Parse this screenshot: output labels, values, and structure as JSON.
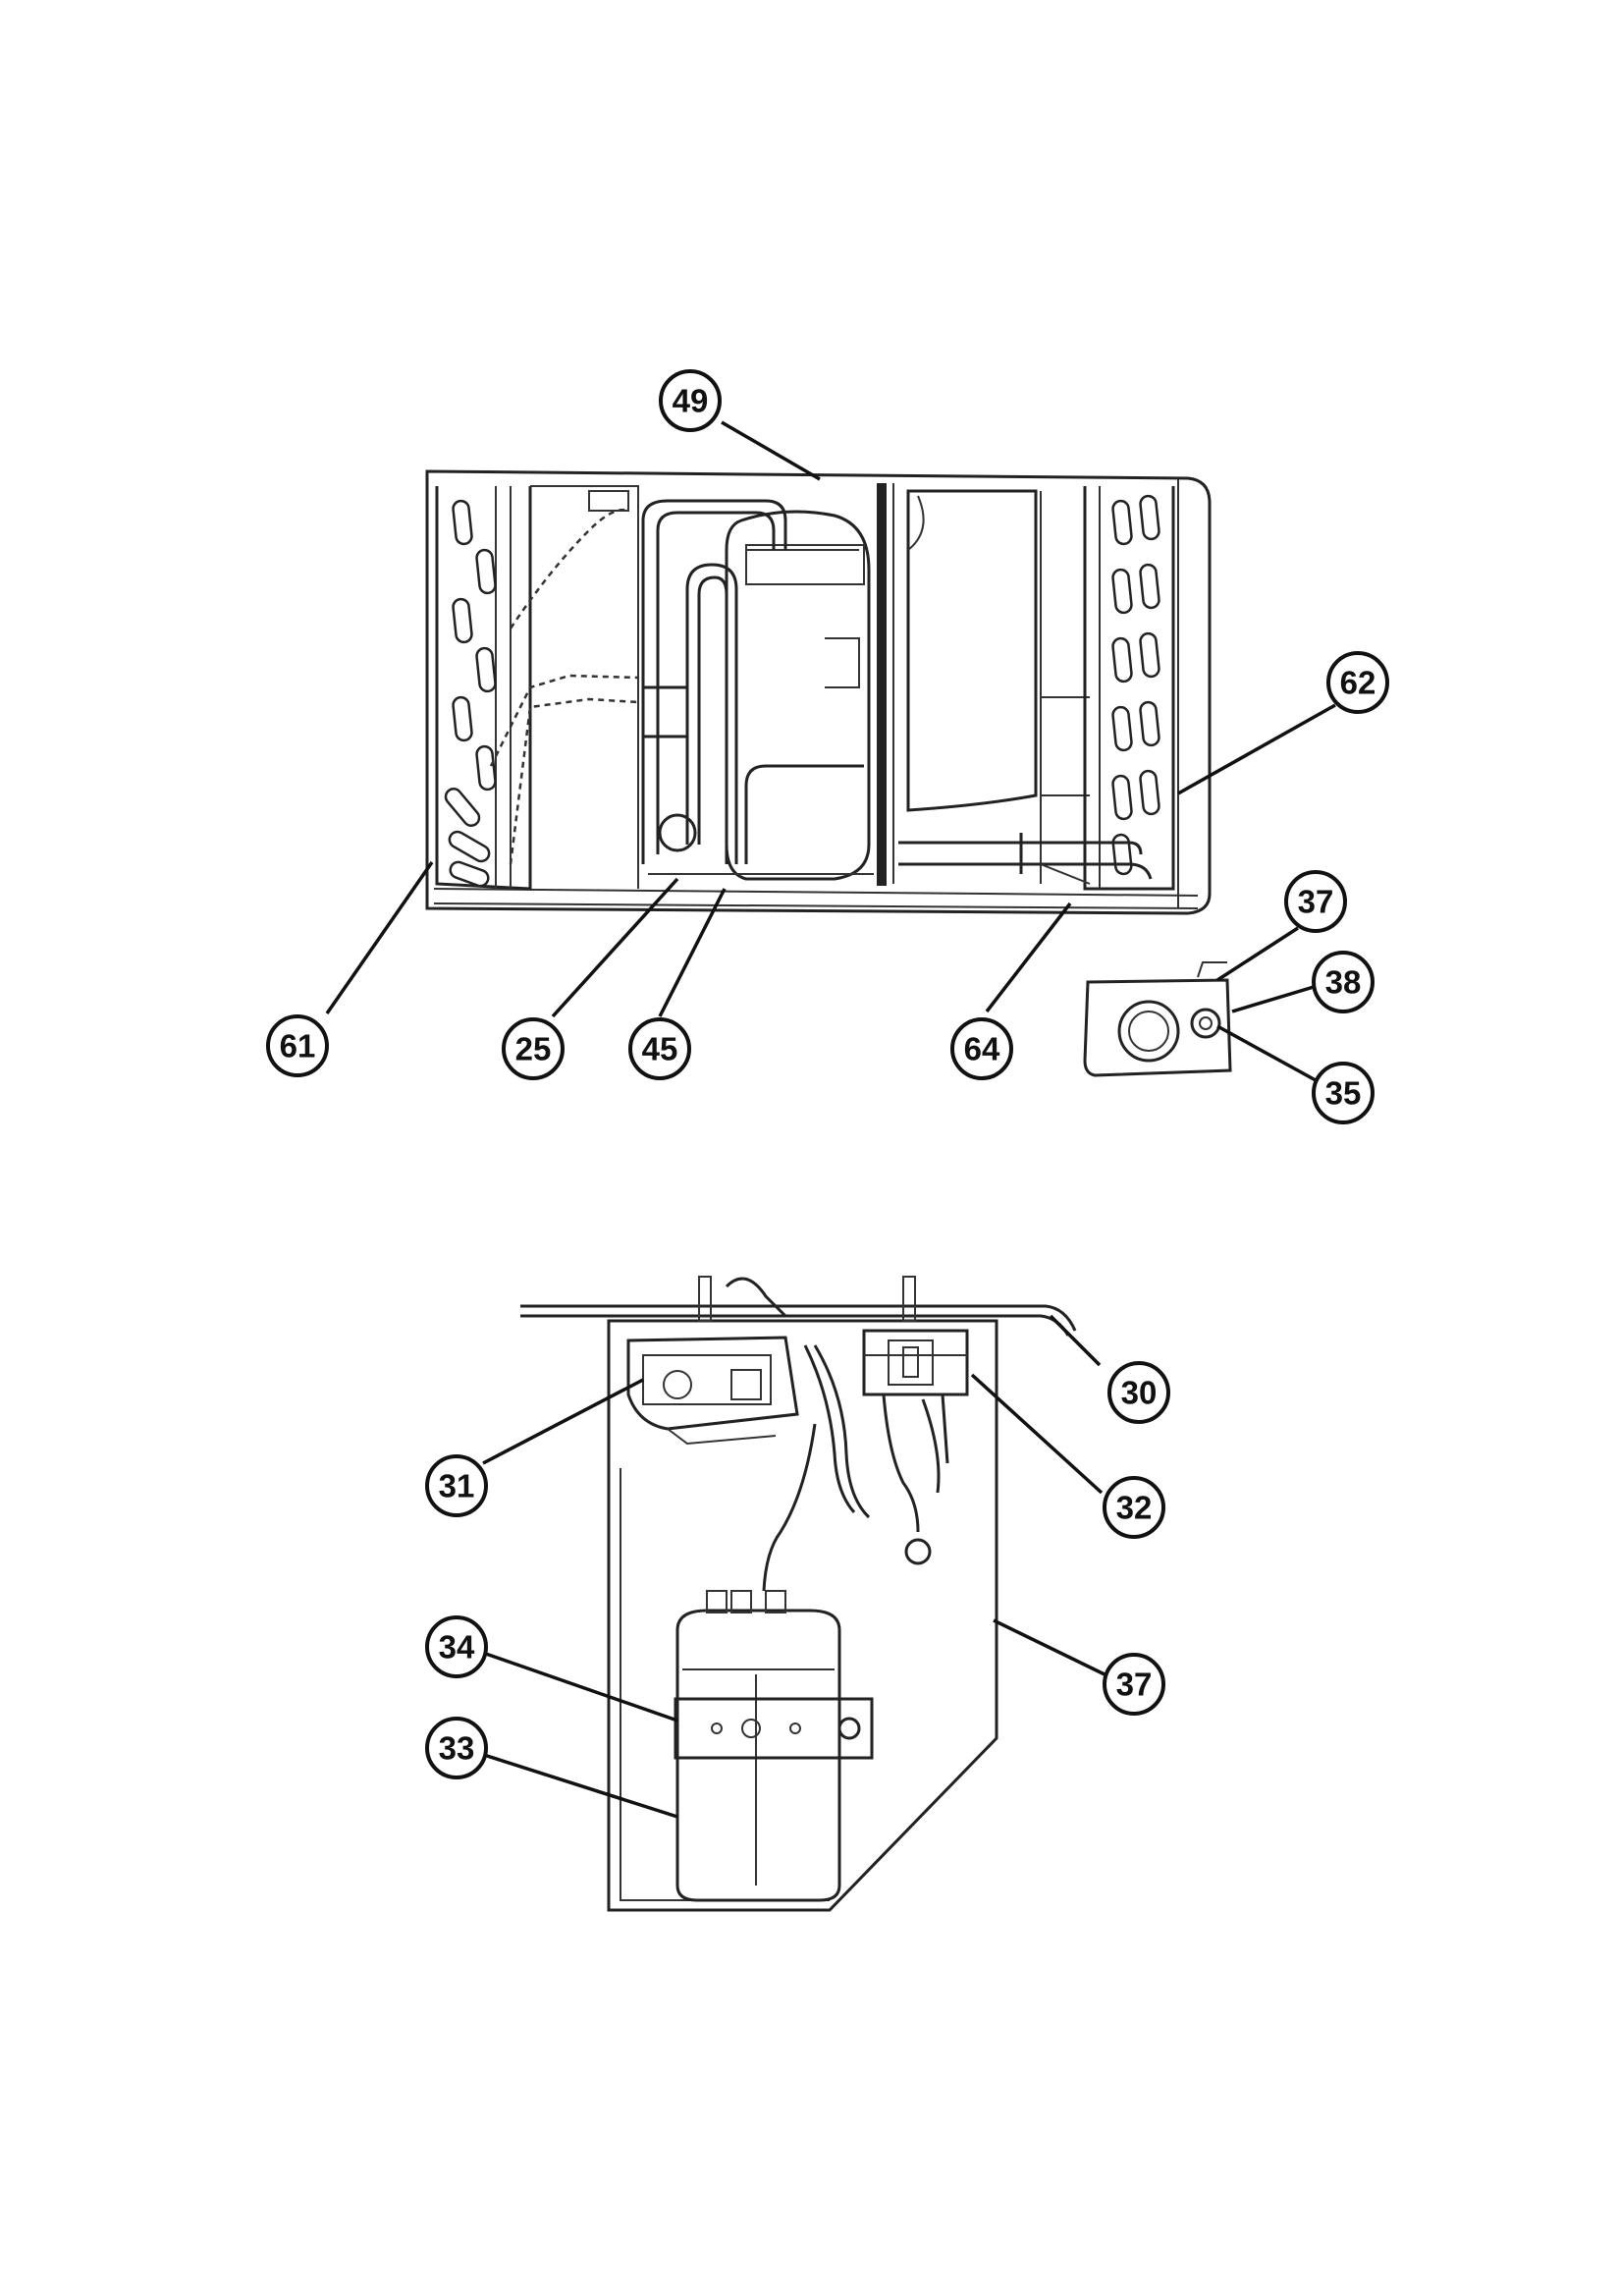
{
  "callouts": [
    {
      "id": "49",
      "label": "49"
    },
    {
      "id": "62",
      "label": "62"
    },
    {
      "id": "37a",
      "label": "37"
    },
    {
      "id": "38",
      "label": "38"
    },
    {
      "id": "35",
      "label": "35"
    },
    {
      "id": "61",
      "label": "61"
    },
    {
      "id": "25",
      "label": "25"
    },
    {
      "id": "45",
      "label": "45"
    },
    {
      "id": "64",
      "label": "64"
    },
    {
      "id": "30",
      "label": "30"
    },
    {
      "id": "31",
      "label": "31"
    },
    {
      "id": "32",
      "label": "32"
    },
    {
      "id": "37b",
      "label": "37"
    },
    {
      "id": "34",
      "label": "34"
    },
    {
      "id": "33",
      "label": "33"
    }
  ]
}
